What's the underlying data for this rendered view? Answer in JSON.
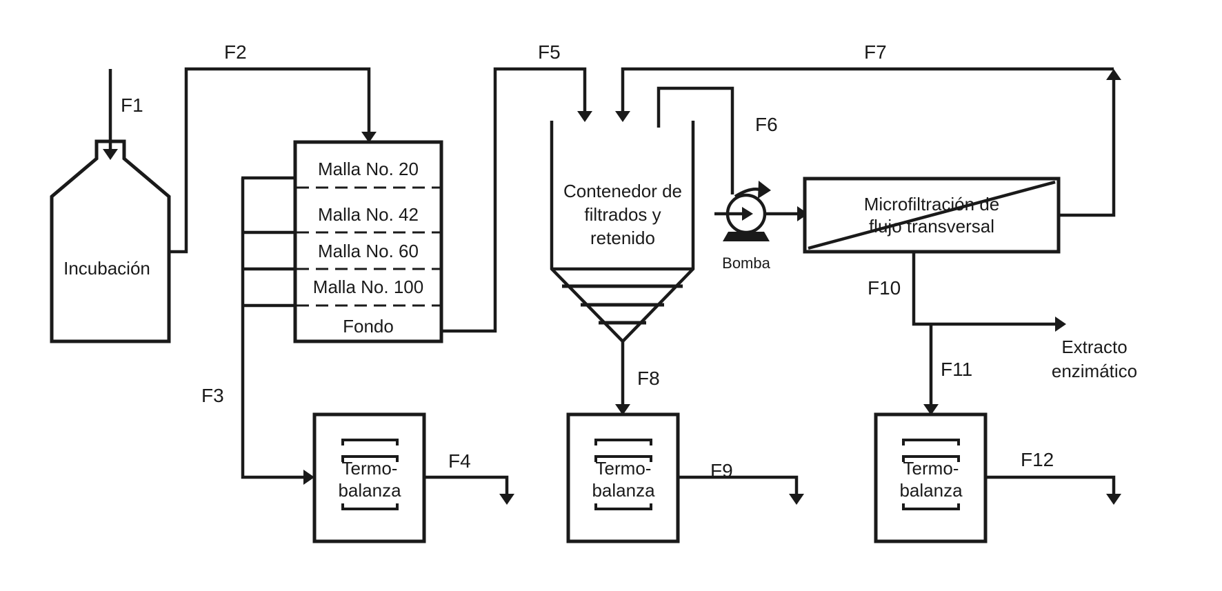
{
  "flows": {
    "f1": "F1",
    "f2": "F2",
    "f3": "F3",
    "f4": "F4",
    "f5": "F5",
    "f6": "F6",
    "f7": "F7",
    "f8": "F8",
    "f9": "F9",
    "f10": "F10",
    "f11": "F11",
    "f12": "F12"
  },
  "incubation": {
    "label": "Incubación"
  },
  "sieve": {
    "meshes": [
      "Malla No. 20",
      "Malla No. 42",
      "Malla No. 60",
      "Malla No. 100"
    ],
    "bottom": "Fondo"
  },
  "container": {
    "lines": [
      "Contenedor de",
      "filtrados y",
      "retenido"
    ]
  },
  "pump": {
    "label": "Bomba"
  },
  "microfiltration": {
    "lines": [
      "Microfiltración de",
      "flujo transversal"
    ]
  },
  "product": {
    "lines": [
      "Extracto",
      "enzimático"
    ]
  },
  "thermobalance": {
    "lines": [
      "Termo-",
      "balanza"
    ]
  }
}
